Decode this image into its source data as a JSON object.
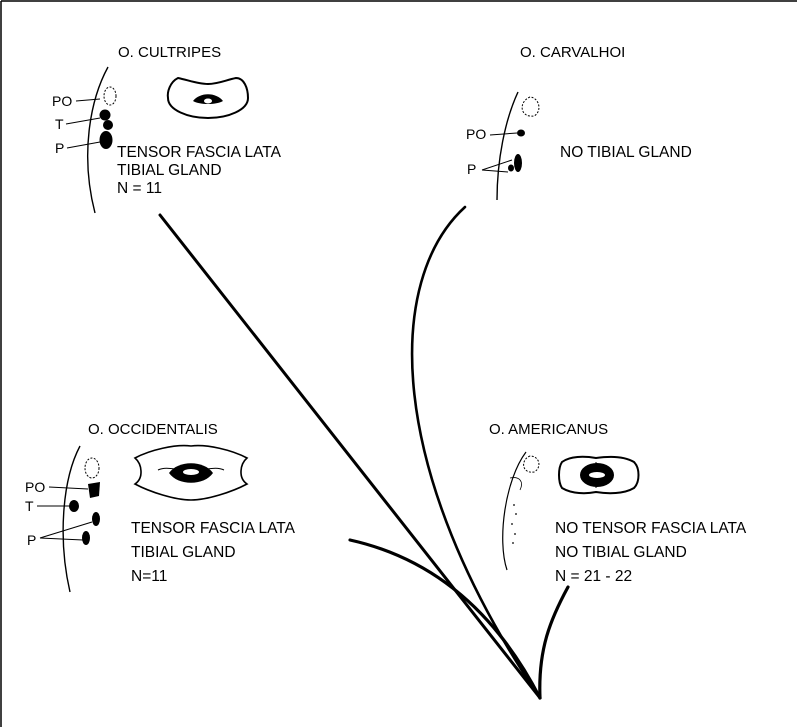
{
  "colors": {
    "ink": "#000000",
    "paper": "#ffffff"
  },
  "species": {
    "cultripes": {
      "name": "O. CULTRIPES",
      "labels": [
        "PO",
        "T",
        "P"
      ],
      "lines": [
        "TENSOR FASCIA LATA",
        "TIBIAL GLAND",
        "N = 11"
      ]
    },
    "carvalhoi": {
      "name": "O. CARVALHOI",
      "labels": [
        "PO",
        "P"
      ],
      "lines": [
        "NO TIBIAL GLAND"
      ]
    },
    "occidentalis": {
      "name": "O. OCCIDENTALIS",
      "labels": [
        "PO",
        "T",
        "P"
      ],
      "lines": [
        "TENSOR FASCIA LATA",
        "TIBIAL  GLAND",
        "N=11"
      ]
    },
    "americanus": {
      "name": "O. AMERICANUS",
      "lines": [
        "NO TENSOR FASCIA LATA",
        "NO TIBIAL GLAND",
        "N = 21 - 22"
      ]
    }
  }
}
